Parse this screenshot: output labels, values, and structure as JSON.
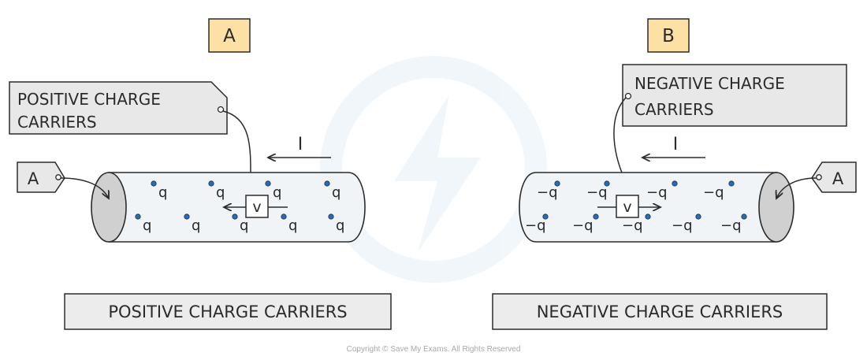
{
  "panel_a": {
    "letter": "A",
    "callout": [
      "POSITIVE CHARGE",
      "CARRIERS"
    ],
    "area_tag": "A",
    "current_label": "I",
    "velocity_label": "v",
    "charge_label": "q",
    "caption": "POSITIVE CHARGE CARRIERS"
  },
  "panel_b": {
    "letter": "B",
    "callout": [
      "NEGATIVE CHARGE",
      "CARRIERS"
    ],
    "area_tag": "A",
    "current_label": "I",
    "velocity_label": "v",
    "charge_label": "−q",
    "caption": "NEGATIVE CHARGE CARRIERS"
  },
  "copyright": "Copyright © Save My Exams. All Rights Reserved",
  "colors": {
    "letter_box_fill": "#fde0a4",
    "tag_fill": "#e8e8e8",
    "wire_fill": "#f1f4f6",
    "wire_end_fill": "#d0d0d0",
    "dot": "#1f6fc0",
    "ink": "#2b2b2b"
  }
}
